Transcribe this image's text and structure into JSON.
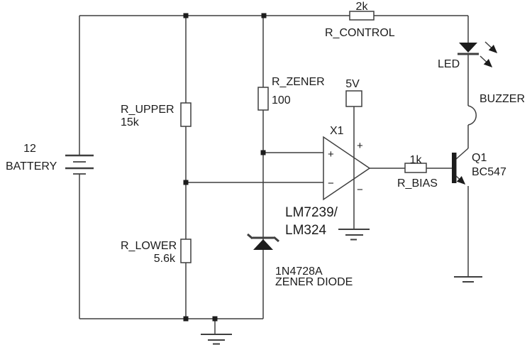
{
  "colors": {
    "background": "#ffffff",
    "wire": "#3f3f3f",
    "ink": "#1c1c1c"
  },
  "components": {
    "battery": {
      "value": "12",
      "label": "BATTERY"
    },
    "r_upper": {
      "name": "R_UPPER",
      "value": "15k"
    },
    "r_lower": {
      "name": "R_LOWER",
      "value": "5.6k"
    },
    "r_zener": {
      "name": "R_ZENER",
      "value": "100"
    },
    "r_control": {
      "name": "R_CONTROL",
      "value": "2k"
    },
    "r_bias": {
      "name": "R_BIAS",
      "value": "1k"
    },
    "supply": {
      "value": "5V"
    },
    "opamp": {
      "designator": "X1",
      "part_line1": "LM7239/",
      "part_line2": "LM324",
      "input_plus": "+",
      "input_minus": "−",
      "rail_plus": "+",
      "rail_minus": "−"
    },
    "zener": {
      "part": "1N4728A",
      "type": "ZENER DIODE"
    },
    "led": {
      "label": "LED"
    },
    "buzzer": {
      "label": "BUZZER"
    },
    "transistor": {
      "designator": "Q1",
      "part": "BC547"
    }
  }
}
